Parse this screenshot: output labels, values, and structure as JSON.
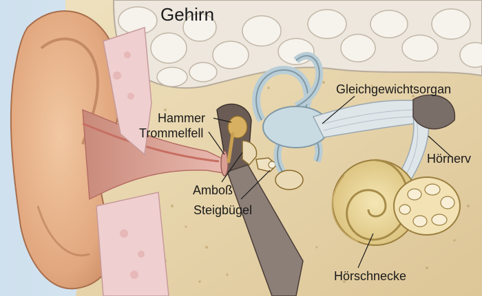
{
  "title": "Gehirn",
  "labels": {
    "hammer": "Hammer",
    "trommelfell": "Trommelfell",
    "amboss": "Amboß",
    "steigbuegel": "Steigbügel",
    "gleichgewichtsorgan": "Gleichgewichtsorgan",
    "hoernerv": "Hörnerv",
    "hoerschnecke": "Hörschnecke"
  },
  "colors": {
    "skin": "#e6b08a",
    "bone": "#ead8ae",
    "brain": "#ede7de",
    "canal": "#e8b6b6",
    "cochlea": "#e6d396",
    "semicircular": "#b8cdd6",
    "nerve": "#d4dde4",
    "leader": "#1a1a1a"
  }
}
